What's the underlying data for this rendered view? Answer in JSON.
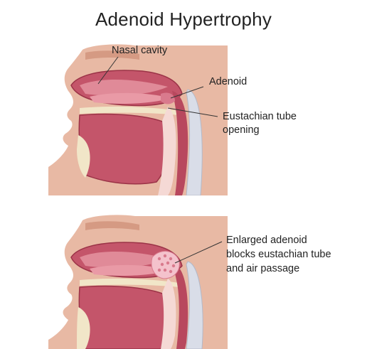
{
  "title": "Adenoid Hypertrophy",
  "colors": {
    "skin": "#e8b9a4",
    "skin_dark": "#d59a83",
    "tissue": "#c4556a",
    "tissue_dark": "#9b3347",
    "turbinate": "#e08a98",
    "bone": "#f1e6c8",
    "spine": "#d9dde8",
    "airway": "#f5d9d5",
    "adenoid_enlarged": "#f4c2cc"
  },
  "top_panel": {
    "labels": {
      "nasal_cavity": "Nasal cavity",
      "adenoid": "Adenoid",
      "eustachian_line1": "Eustachian tube",
      "eustachian_line2": "opening"
    }
  },
  "bottom_panel": {
    "labels": {
      "line1": "Enlarged adenoid",
      "line2": "blocks eustachian tube",
      "line3": "and air passage"
    }
  }
}
